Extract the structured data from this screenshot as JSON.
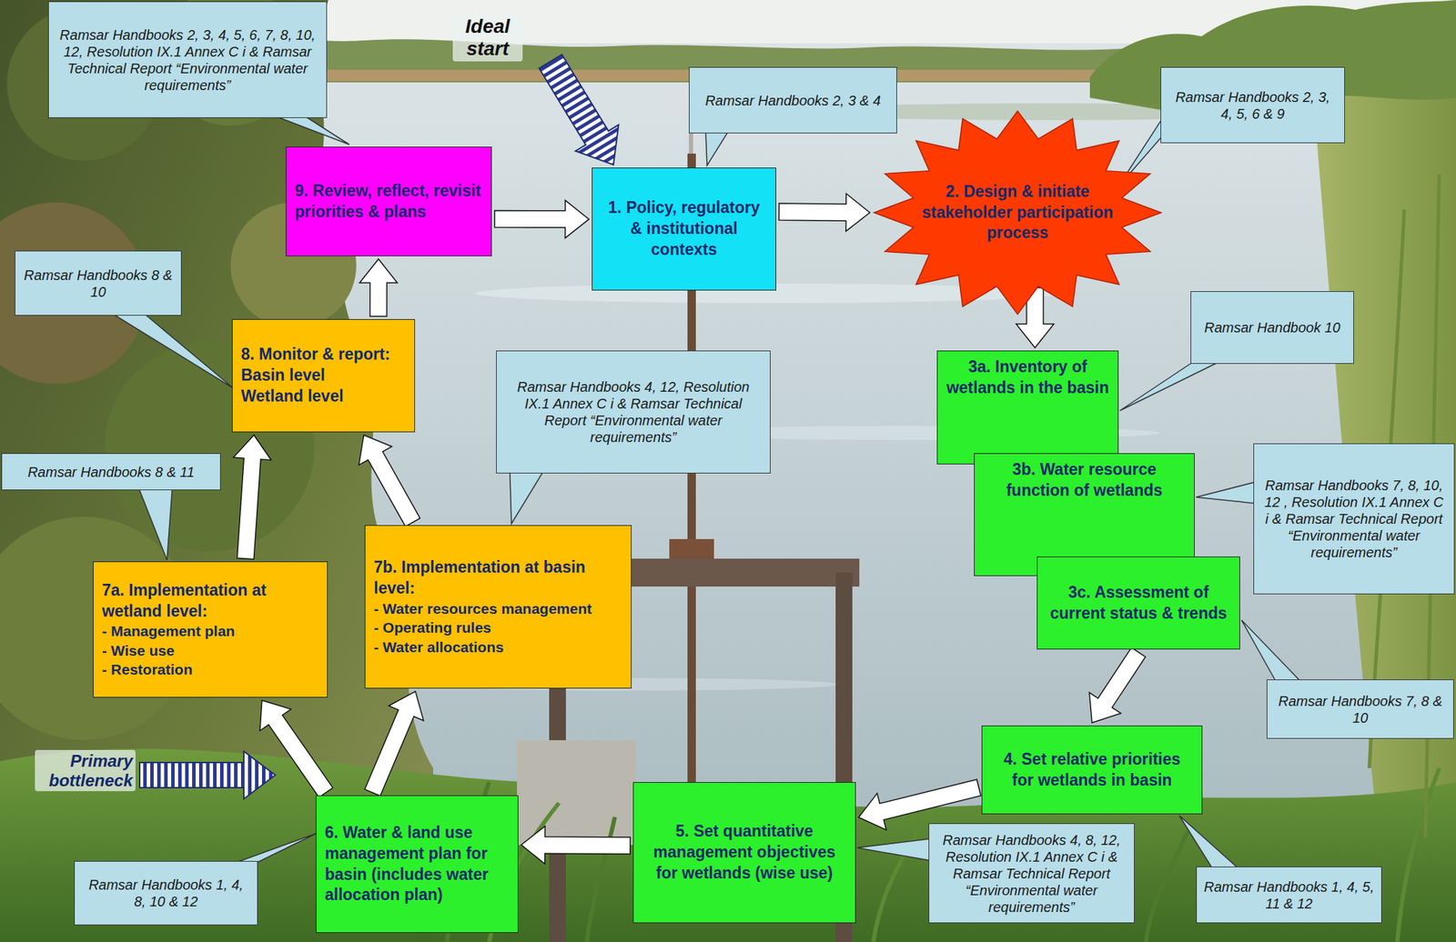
{
  "diagram": {
    "nodes": [
      {
        "text": [
          "9. Review, reflect, revisit priorities & plans"
        ]
      },
      {
        "text": [
          "1. Policy, regulatory & institutional contexts"
        ]
      },
      {
        "text": [
          "2. Design & initiate stakeholder participation process"
        ]
      },
      {
        "text": [
          "3a. Inventory of wetlands in the basin"
        ]
      },
      {
        "text": [
          "3b. Water resource function of wetlands"
        ]
      },
      {
        "text": [
          "3c. Assessment of current status & trends"
        ]
      },
      {
        "text": [
          "4. Set relative priorities for wetlands in basin"
        ]
      },
      {
        "text": [
          "5. Set quantitative management objectives for wetlands (wise use)"
        ]
      },
      {
        "text": [
          "6. Water & land use management plan for basin (includes water allocation plan)"
        ]
      },
      {
        "text": [
          "7a. Implementation at wetland level:",
          "- Management plan",
          "- Wise use",
          "- Restoration"
        ]
      },
      {
        "text": [
          "7b. Implementation at basin level:",
          "- Water resources management",
          "- Operating rules",
          "- Water allocations"
        ]
      },
      {
        "text": [
          "8. Monitor & report:",
          "Basin level",
          "Wetland level"
        ]
      },
      {
        "text": [
          "Ramsar Handbooks 2, 3, 4, 5, 6, 7, 8, 10, 12, Resolution IX.1 Annex C i & Ramsar Technical Report “Environmental water requirements”"
        ]
      },
      {
        "text": [
          "Ramsar Handbooks 2, 3 & 4"
        ]
      },
      {
        "text": [
          "Ramsar Handbooks 2, 3, 4, 5, 6 & 9"
        ]
      },
      {
        "text": [
          "Ramsar Handbook 10"
        ]
      },
      {
        "text": [
          "Ramsar Handbooks 7, 8, 10, 12 , Resolution IX.1 Annex C i & Ramsar Technical Report “Environmental water requirements”"
        ]
      },
      {
        "text": [
          "Ramsar Handbooks 7, 8 & 10"
        ]
      },
      {
        "text": [
          "Ramsar Handbooks 1, 4, 5, 11 & 12"
        ]
      },
      {
        "text": [
          "Ramsar Handbooks 4, 8, 12, Resolution IX.1 Annex C i & Ramsar Technical Report “Environmental water requirements”"
        ]
      },
      {
        "text": [
          "Ramsar Handbooks 1, 4, 8, 10 & 12"
        ]
      },
      {
        "text": [
          "Ramsar Handbooks 8 & 11"
        ]
      },
      {
        "text": [
          "Ramsar Handbooks 8 & 10"
        ]
      },
      {
        "text": [
          "Ramsar Handbooks 4, 12, Resolution IX.1 Annex C i & Ramsar Technical Report “Environmental water requirements”"
        ]
      }
    ],
    "edges": [
      {
        "from": 0,
        "to": 1,
        "arrow": "to"
      },
      {
        "from": 1,
        "to": 2,
        "arrow": "to"
      },
      {
        "from": 2,
        "to": 3,
        "arrow": "to"
      },
      {
        "from": 5,
        "to": 6,
        "arrow": "to"
      },
      {
        "from": 6,
        "to": 7,
        "arrow": "to"
      },
      {
        "from": 7,
        "to": 8,
        "arrow": "to"
      },
      {
        "from": 8,
        "to": 9,
        "arrow": "to"
      },
      {
        "from": 8,
        "to": 10,
        "arrow": "to"
      },
      {
        "from": 9,
        "to": 11,
        "arrow": "to"
      },
      {
        "from": 10,
        "to": 11,
        "arrow": "to"
      },
      {
        "from": 11,
        "to": 0,
        "arrow": "to"
      }
    ],
    "labels": [
      "Ideal start",
      "Primary bottleneck"
    ]
  }
}
